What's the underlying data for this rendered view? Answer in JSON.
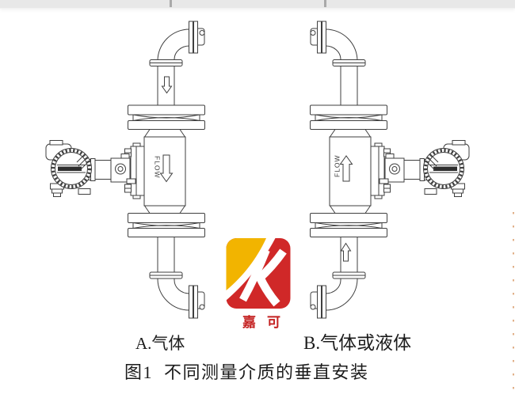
{
  "page": {
    "background": "#ffffff",
    "top_bar_color": "#e8e8e8"
  },
  "figure": {
    "flow_label": "FLOW",
    "variant_a": {
      "label": "A.气体",
      "flow_direction": "down"
    },
    "variant_b": {
      "label": "B.气体或液体",
      "flow_direction": "up"
    },
    "caption": "图1  不同测量介质的垂直安装"
  },
  "logo": {
    "text": "嘉可",
    "red": "#d02828",
    "yellow": "#f2b400",
    "text_color": "#c42222"
  },
  "drawing": {
    "line_color": "#3f3f3f"
  }
}
